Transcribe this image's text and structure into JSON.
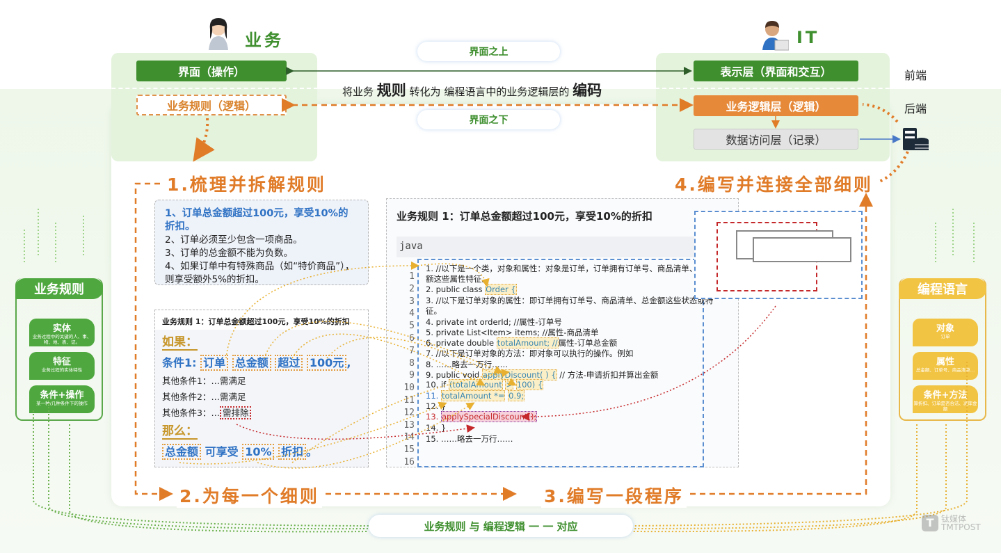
{
  "header": {
    "business_label": "业务",
    "it_label": "IT",
    "above_interface": "界面之上",
    "below_interface": "界面之下",
    "sentence": [
      "将业务 ",
      "规则",
      " 转化为 编程语言中的业务逻辑层的 ",
      "编码"
    ],
    "frontend": "前端",
    "backend": "后端"
  },
  "business_panel": {
    "ui": "界面（操作）",
    "rules": "业务规则（逻辑）"
  },
  "it_panel": {
    "presentation": "表示层（界面和交互）",
    "logic": "业务逻辑层（逻辑）",
    "data": "数据访问层（记录）"
  },
  "steps": {
    "s1": "1.梳理并拆解规则",
    "s2": "2.为每一个细则",
    "s3": "3.编写一段程序",
    "s4": "4.编写并连接全部细则"
  },
  "rules_list": {
    "r1": "1、订单总金额超过100元，享受10%的折扣。",
    "r2": "2、订单必须至少包含一项商品。",
    "r3": "3、订单的总金额不能为负数。",
    "r4": "4、如果订单中有特殊商品（如“特价商品”），则享受额外5%的折扣。"
  },
  "rule_detail": {
    "title": "业务规则 1：订单总金额超过100元，享受10%的折扣",
    "if": "如果：",
    "cond1_label": "条件1:",
    "cond1": [
      "订单",
      "总金额",
      "超过",
      "100元",
      ","
    ],
    "other1": "其他条件1：…需满足",
    "other2": "其他条件2：…需满足",
    "other3_pre": "其他条件3：…",
    "other3_box": "需排除",
    "then": "那么：",
    "result": [
      "总金额",
      "可享受",
      "10%",
      "折扣",
      "。"
    ]
  },
  "code": {
    "title": "业务规则 1：订单总金额超过100元，享受10%的折扣",
    "lang": "java",
    "line_numbers": [
      "1",
      "2",
      "3",
      "4",
      "5",
      "6",
      "7",
      "8",
      "9",
      "10",
      "11",
      "12",
      "13",
      "14",
      "15",
      "16"
    ],
    "lines": [
      [
        {
          "t": "1.  //以下是一个类，对象和属性：对象是订单，订单拥有订单号、商品清单、总金"
        }
      ],
      [
        {
          "t": "     额这些属性特征。"
        }
      ],
      [
        {
          "t": "2.  public class "
        },
        {
          "t": "Order {",
          "c": "hl"
        }
      ],
      [
        {
          "t": "3.  //以下是订单对象的属性：即订单拥有订单号、商品清单、总金额这些状态或特"
        }
      ],
      [
        {
          "t": "     征。"
        }
      ],
      [
        {
          "t": "4.  private int orderId; //属性-订单号"
        }
      ],
      [
        {
          "t": "5.  private List<Item> items; //属性-商品清单"
        }
      ],
      [
        {
          "t": "6.  private double "
        },
        {
          "t": "totalAmount; //",
          "c": "hl"
        },
        {
          "t": "属性-订单总金额"
        }
      ],
      [
        {
          "t": "7.  //以下是订单对象的方法：即对象可以执行的操作。例如"
        }
      ],
      [
        {
          "t": "8.  ……略去一万行……"
        }
      ],
      [
        {
          "t": "9.  public void "
        },
        {
          "t": "applyDiscount( ) {",
          "c": "hl"
        },
        {
          "t": " // 方法-申请折扣并算出金额"
        }
      ],
      [
        {
          "t": "10.  if "
        },
        {
          "t": "(totalAmount",
          "c": "hl"
        },
        {
          "t": " "
        },
        {
          "t": ">",
          "c": "hl"
        },
        {
          "t": " "
        },
        {
          "t": "100) {",
          "c": "hl"
        }
      ],
      [
        {
          "t": "11. ",
          "c": "blue2"
        },
        {
          "t": "totalAmount *=",
          "c": "hl"
        },
        {
          "t": " "
        },
        {
          "t": "0.9;",
          "c": "hl"
        }
      ],
      [
        {
          "t": "12. }"
        }
      ],
      [
        {
          "t": "13. ",
          "c": "red"
        },
        {
          "t": "applySpecialDiscount();",
          "c": "redhl"
        }
      ],
      [
        {
          "t": "14. }"
        }
      ],
      [
        {
          "t": "15. ……略去一万行……"
        }
      ]
    ]
  },
  "left_card": {
    "title": "业务规则",
    "items": [
      {
        "t": "实体",
        "d": "业务过程中的关键的人、事、物、地、表、证。"
      },
      {
        "t": "特征",
        "d": "业务过程的实体特性"
      },
      {
        "t": "条件+操作",
        "d": "某一种/几种条件下的操作"
      }
    ]
  },
  "right_card": {
    "title": "编程语言",
    "items": [
      {
        "t": "对象",
        "d": "订单"
      },
      {
        "t": "属性",
        "d": "总金额、订单号、商品清单…"
      },
      {
        "t": "条件+方法",
        "d": "算折扣、订单是否合法、减库金额"
      }
    ]
  },
  "footer": {
    "mapping": "业务规则 与 编程逻辑 一 一 对应",
    "watermark": "钛媒体 TMTPOST"
  },
  "colors": {
    "green": "#3f8f2f",
    "orange": "#e68a3a",
    "blue": "#2f72c4",
    "gold": "#f2c444",
    "red": "#c5282a"
  }
}
